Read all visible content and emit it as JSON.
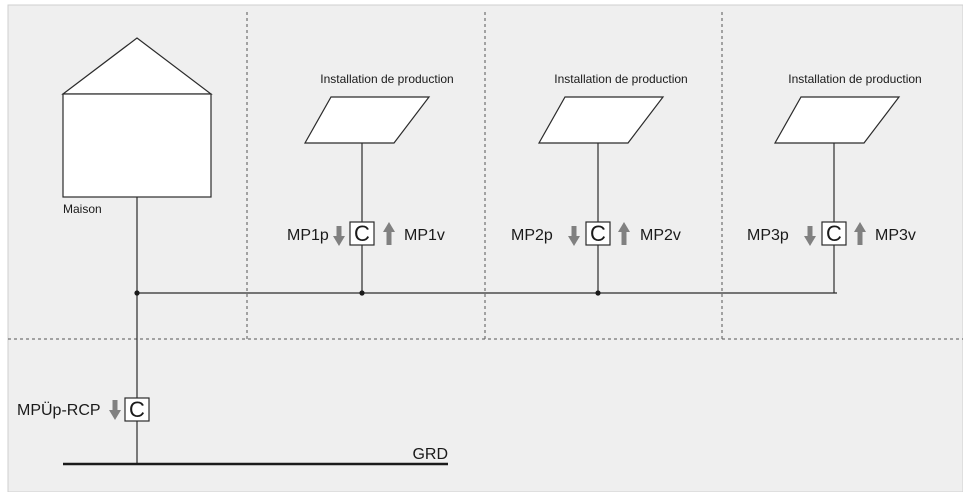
{
  "house": {
    "label": "Maison"
  },
  "production_units": [
    {
      "title": "Installation de production",
      "meter_symbol": "C",
      "label_left": "MP1p",
      "label_right": "MP1v"
    },
    {
      "title": "Installation de production",
      "meter_symbol": "C",
      "label_left": "MP2p",
      "label_right": "MP2v"
    },
    {
      "title": "Installation de production",
      "meter_symbol": "C",
      "label_left": "MP3p",
      "label_right": "MP3v"
    }
  ],
  "grid_meter": {
    "meter_symbol": "C",
    "label_left": "MPÜp-RCP"
  },
  "grid": {
    "label": "GRD"
  },
  "colors": {
    "background": "#efefef",
    "line": "#2b2b2b",
    "dashed": "#555555",
    "arrow": "#808080"
  }
}
